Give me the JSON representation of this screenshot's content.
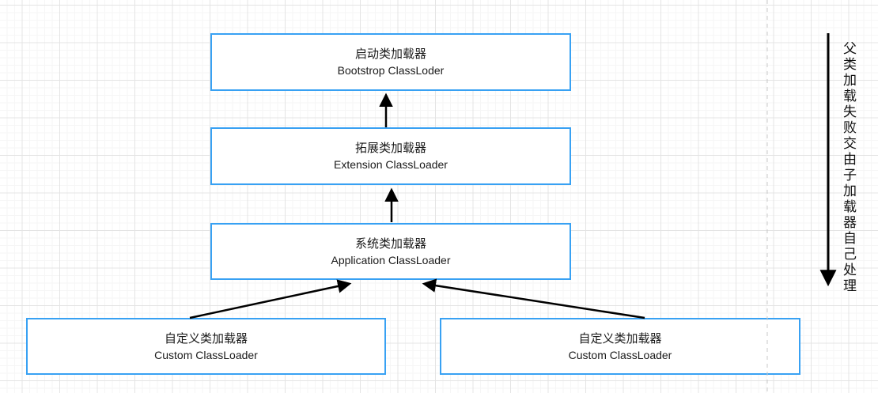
{
  "canvas": {
    "background": "#ffffff",
    "grid_minor_color": "#f6f6f6",
    "grid_major_color": "#e4e4e4",
    "page_divider_color": "#c9c9c9"
  },
  "style": {
    "node_border_color": "#38a1f3",
    "node_fill_color": "#ffffff",
    "arrow_color": "#000000",
    "text_color": "#1a1a1a"
  },
  "nodes": [
    {
      "id": "bootstrap",
      "label_zh": "启动类加载器",
      "label_en": "Bootstrop ClassLoder"
    },
    {
      "id": "extension",
      "label_zh": "拓展类加载器",
      "label_en": "Extension ClassLoader"
    },
    {
      "id": "application",
      "label_zh": "系统类加载器",
      "label_en": "Application ClassLoader"
    },
    {
      "id": "custom-left",
      "label_zh": "自定义类加载器",
      "label_en": "Custom ClassLoader"
    },
    {
      "id": "custom-right",
      "label_zh": "自定义类加载器",
      "label_en": "Custom ClassLoader"
    }
  ],
  "edges": [
    {
      "from": "extension",
      "to": "bootstrap",
      "direction": "up"
    },
    {
      "from": "application",
      "to": "extension",
      "direction": "up"
    },
    {
      "from": "custom-left",
      "to": "application",
      "direction": "up-right"
    },
    {
      "from": "custom-right",
      "to": "application",
      "direction": "up-left"
    }
  ],
  "annotation": {
    "text": "父类加载失败交由子加载器自己处理",
    "arrow_direction": "down"
  }
}
